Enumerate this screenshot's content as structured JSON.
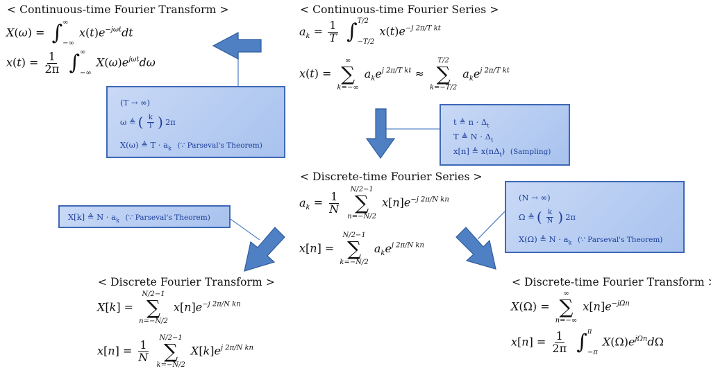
{
  "titles": {
    "ctft": "< Continuous-time Fourier Transform >",
    "ctfs": "< Continuous-time Fourier Series >",
    "dtfs": "< Discrete-time Fourier Series >",
    "dft": "< Discrete Fourier Transform >",
    "dtft": "< Discrete-time Fourier Transform >"
  },
  "boxes": {
    "ctfs_to_ctft": {
      "line1": "(T → ∞)",
      "line2_lhs": "ω ≜",
      "line2_num": "k",
      "line2_den": "T",
      "line2_rhs": "2π",
      "line3_math": "X(ω) ≜ T · a",
      "line3_sub": "k",
      "line3_note": "(∵ Parseval's Theorem)"
    },
    "sampling": {
      "line1": "t ≜ n · Δ",
      "line1_sub": "t",
      "line2": "T ≜ N · Δ",
      "line2_sub": "t",
      "line3_math": "x[n] ≜ x(nΔ",
      "line3_sub": "t",
      "line3_close": ")",
      "line3_note": "(Sampling)"
    },
    "dtfs_to_dft": {
      "line_math": "X[k] ≜ N · a",
      "line_sub": "k",
      "line_note": "(∵ Parseval's Theorem)"
    },
    "dtfs_to_dtft": {
      "line1": "(N → ∞)",
      "line2_lhs": "Ω ≜",
      "line2_num": "k",
      "line2_den": "N",
      "line2_rhs": "2π",
      "line3_math": "X(Ω) ≜ N · a",
      "line3_sub": "k",
      "line3_note": "(∵ Parseval's Theorem)"
    }
  },
  "colors": {
    "arrow_fill": "#4f80c3",
    "arrow_stroke": "#2f5c9c",
    "box_border": "#3e68b5",
    "box_text": "#1a3d9a"
  }
}
